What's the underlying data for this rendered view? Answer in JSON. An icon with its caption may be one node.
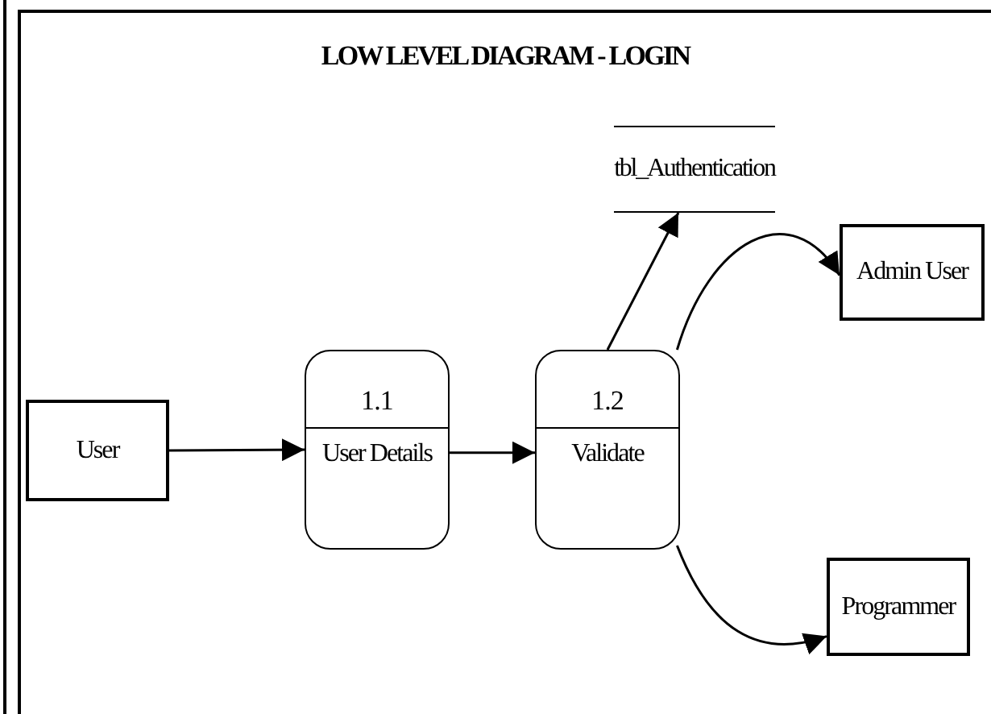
{
  "diagram": {
    "title": "LOW LEVEL DIAGRAM - LOGIN",
    "nodes": [
      {
        "text": [
          "User"
        ]
      },
      {
        "text": [
          "1.1",
          "User Details"
        ]
      },
      {
        "text": [
          "1.2",
          "Validate"
        ]
      },
      {
        "text": [
          "tbl_Authentication"
        ]
      },
      {
        "text": [
          "Admin User"
        ]
      },
      {
        "text": [
          "Programmer"
        ]
      }
    ],
    "edges": [
      {
        "from": 0,
        "to": 1,
        "arrow": "to"
      },
      {
        "from": 1,
        "to": 2,
        "arrow": "to"
      },
      {
        "from": 2,
        "to": 3,
        "arrow": "to"
      },
      {
        "from": 2,
        "to": 4,
        "arrow": "to"
      },
      {
        "from": 2,
        "to": 5,
        "arrow": "to"
      }
    ]
  }
}
